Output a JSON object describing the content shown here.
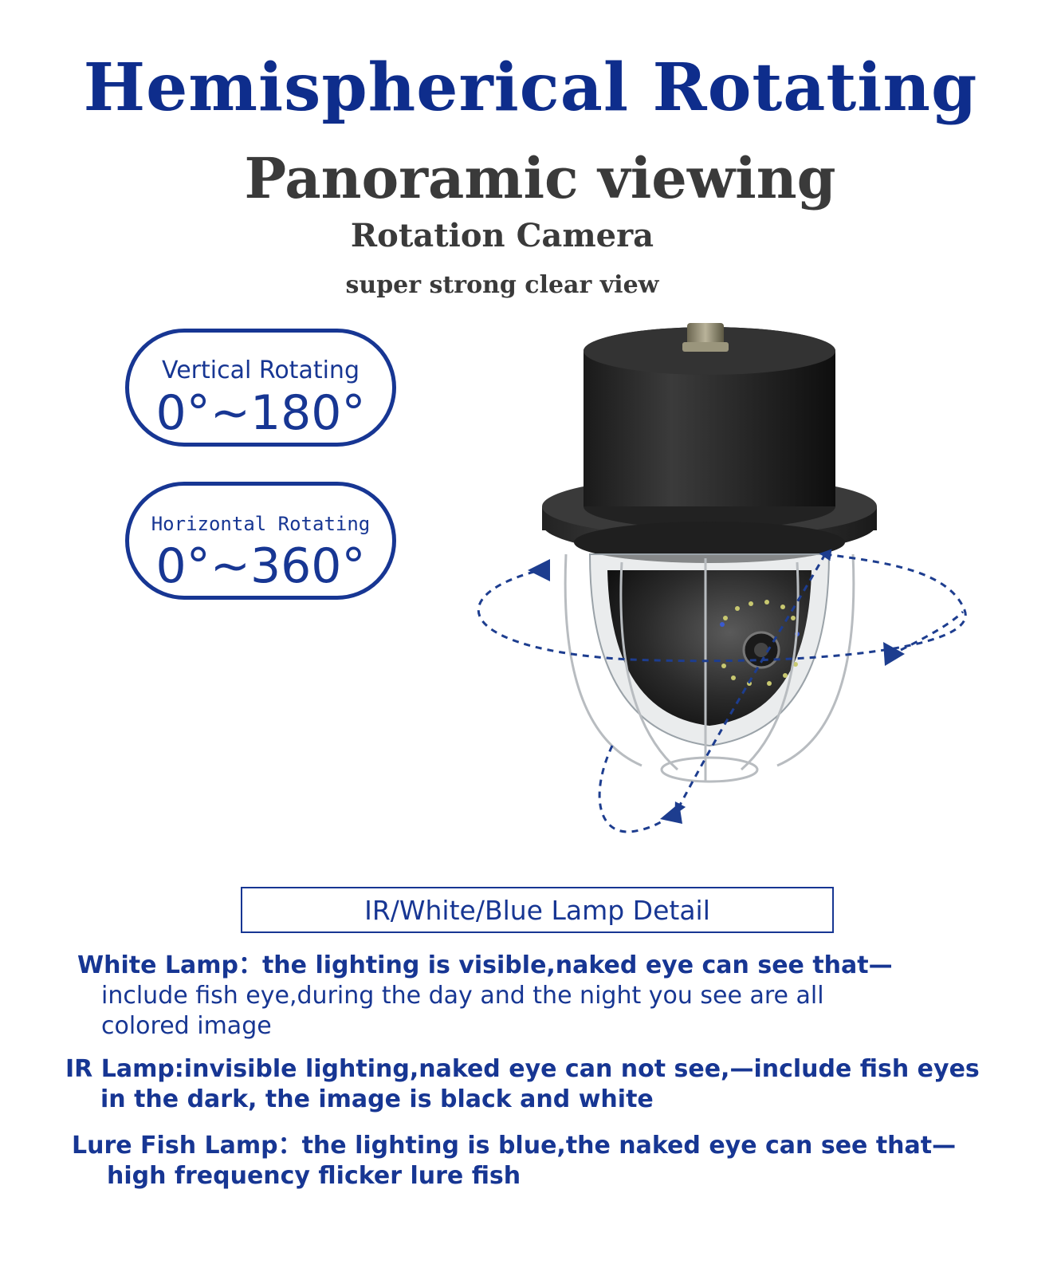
{
  "titles": {
    "main": "Hemispherical Rotating",
    "sub": "Panoramic viewing",
    "product": "Rotation Camera",
    "tagline": "super strong clear view"
  },
  "rotation": {
    "vertical": {
      "label": "Vertical Rotating",
      "range": "0°~180°"
    },
    "horizontal": {
      "label": "Horizontal Rotating",
      "range": "0°~360°"
    }
  },
  "lamp_detail": {
    "heading": "IR/White/Blue Lamp Detail",
    "items": [
      {
        "title": "White Lamp：the lighting is visible,naked eye can see that—",
        "lines": [
          "include fish eye,during the day and the night you see are all",
          "colored image"
        ]
      },
      {
        "title": "IR Lamp:invisible lighting,naked eye can not see,—include fish eyes",
        "lines": [
          "in the dark, the image is black and white"
        ]
      },
      {
        "title": "Lure Fish Lamp：the lighting is blue,the naked eye can see that—",
        "lines": [
          "high frequency flicker lure fish"
        ]
      }
    ]
  },
  "colors": {
    "brand_blue": "#173693",
    "title_blue": "#0e2d8c",
    "dark_text": "#3a3a3a"
  },
  "image": {
    "name": "underwater-ptz-camera"
  }
}
